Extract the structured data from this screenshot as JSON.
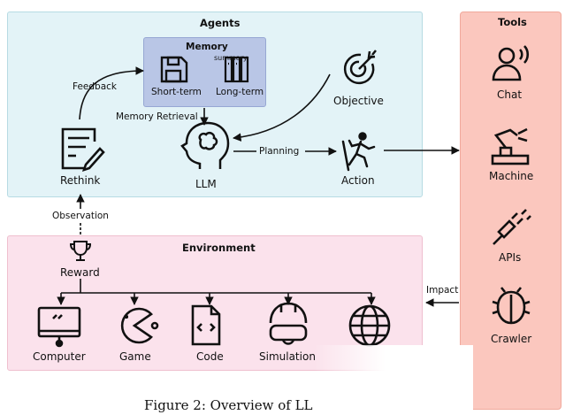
{
  "groups": {
    "agents": "Agents",
    "tools": "Tools",
    "environment": "Environment",
    "memory": "Memory",
    "memory_summary": "summary"
  },
  "agents": {
    "short_term": "Short-term",
    "long_term": "Long-term",
    "feedback": "Feedback",
    "memory_retrieval": "Memory Retrieval",
    "objective": "Objective",
    "rethink": "Rethink",
    "llm": "LLM",
    "planning": "Planning",
    "action": "Action"
  },
  "links": {
    "observation": "Observation",
    "reward": "Reward",
    "impact": "Impact"
  },
  "tools": [
    "Chat",
    "Machine",
    "APIs",
    "Crawler"
  ],
  "environment": [
    "Computer",
    "Game",
    "Code",
    "Simulation"
  ],
  "caption": "Figure 2: Overview of LL"
}
